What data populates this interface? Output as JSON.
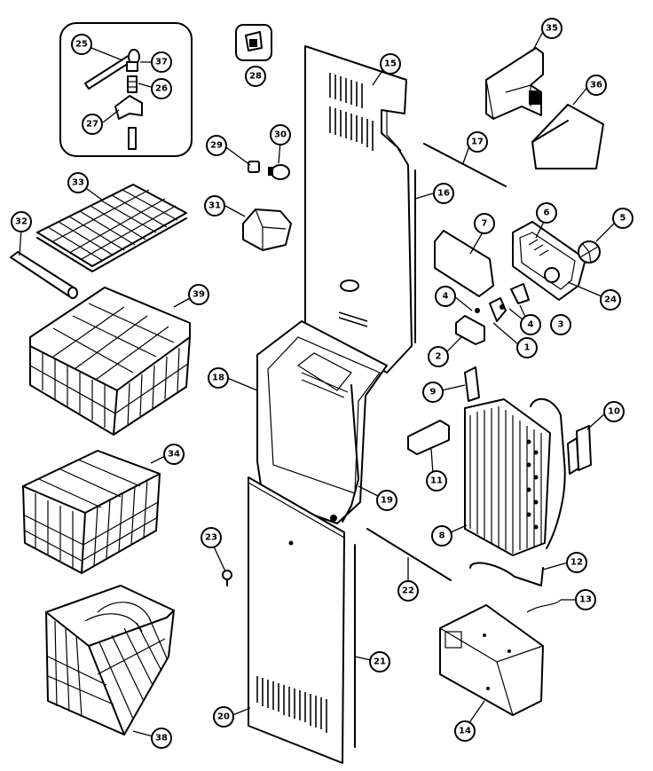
{
  "diagram": {
    "callouts": [
      {
        "id": "c25",
        "label": "25"
      },
      {
        "id": "c37",
        "label": "37"
      },
      {
        "id": "c26",
        "label": "26"
      },
      {
        "id": "c27",
        "label": "27"
      },
      {
        "id": "c28",
        "label": "28"
      },
      {
        "id": "c15",
        "label": "15"
      },
      {
        "id": "c35",
        "label": "35"
      },
      {
        "id": "c36",
        "label": "36"
      },
      {
        "id": "c17",
        "label": "17"
      },
      {
        "id": "c16",
        "label": "16"
      },
      {
        "id": "c29",
        "label": "29"
      },
      {
        "id": "c30",
        "label": "30"
      },
      {
        "id": "c33",
        "label": "33"
      },
      {
        "id": "c31",
        "label": "31"
      },
      {
        "id": "c32",
        "label": "32"
      },
      {
        "id": "c7",
        "label": "7"
      },
      {
        "id": "c6",
        "label": "6"
      },
      {
        "id": "c5",
        "label": "5"
      },
      {
        "id": "c39",
        "label": "39"
      },
      {
        "id": "c4a",
        "label": "4"
      },
      {
        "id": "c4b",
        "label": "4"
      },
      {
        "id": "c24",
        "label": "24"
      },
      {
        "id": "c3",
        "label": "3"
      },
      {
        "id": "c1",
        "label": "1"
      },
      {
        "id": "c2",
        "label": "2"
      },
      {
        "id": "c18",
        "label": "18"
      },
      {
        "id": "c9",
        "label": "9"
      },
      {
        "id": "c10",
        "label": "10"
      },
      {
        "id": "c34",
        "label": "34"
      },
      {
        "id": "c11",
        "label": "11"
      },
      {
        "id": "c19",
        "label": "19"
      },
      {
        "id": "c8",
        "label": "8"
      },
      {
        "id": "c23",
        "label": "23"
      },
      {
        "id": "c22",
        "label": "22"
      },
      {
        "id": "c12",
        "label": "12"
      },
      {
        "id": "c13",
        "label": "13"
      },
      {
        "id": "c21",
        "label": "21"
      },
      {
        "id": "c20",
        "label": "20"
      },
      {
        "id": "c38",
        "label": "38"
      },
      {
        "id": "c14",
        "label": "14"
      }
    ]
  }
}
